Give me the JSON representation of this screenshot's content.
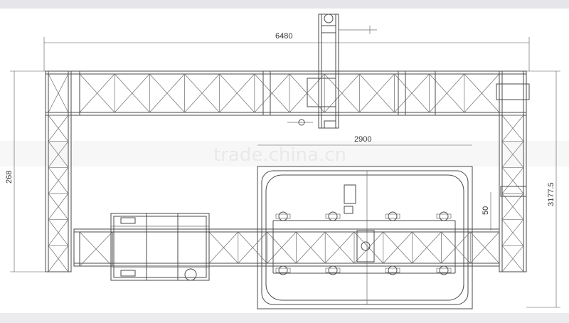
{
  "drawing": {
    "dimensions": {
      "overall_width": "6480",
      "left_height": "268",
      "inner_span": "2900",
      "right_height": "3177.5",
      "gap": "50"
    },
    "watermark": "trade.china.cn"
  }
}
